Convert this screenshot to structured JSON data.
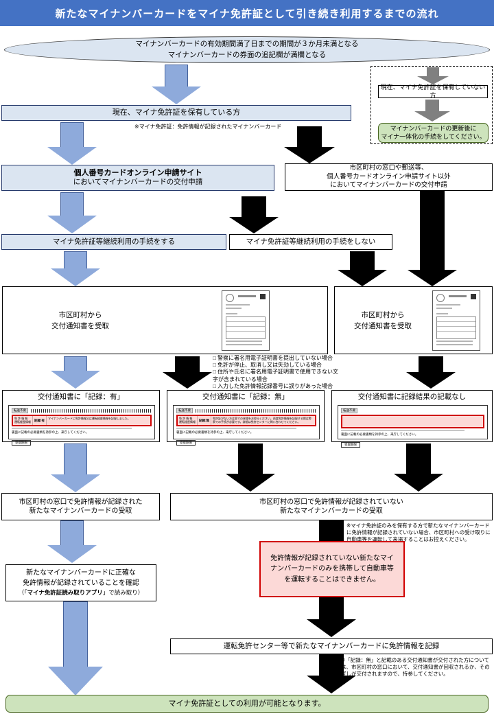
{
  "title": "新たなマイナンバーカードをマイナ免許証として引き続き利用するまでの流れ",
  "start": {
    "line1": "マイナンバーカードの有効期間満了日までの期間が３か月未満となる",
    "line2": "マイナンバーカードの券面の追記欄が満欄となる"
  },
  "side_branch": {
    "no_license": "現在、マイナ免許証を保有していない方",
    "green1": "マイナンバーカードの更新後に",
    "green2": "マイナ一体化の手続をしてください。"
  },
  "has_license": "現在、マイナ免許証を保有している方",
  "license_note": "※マイナ免許証：免許情報が記録されたマイナンバーカード",
  "apply_online": {
    "line1": "個人番号カードオンライン申請サイト",
    "line2": "においてマイナンバーカードの交付申請"
  },
  "apply_other": {
    "line1": "市区町村の窓口や郵送等、",
    "line2": "個人番号カードオンライン申請サイト以外",
    "line3": "においてマイナンバーカードの交付申請"
  },
  "continue_yes": "マイナ免許証等継続利用の手続をする",
  "continue_no": "マイナ免許証等継続利用の手続をしない",
  "receive_notice": {
    "line1": "市区町村から",
    "line2": "交付通知書を受取"
  },
  "reasons": [
    "□ 警察に署名用電子証明書を提出していない場合",
    "□ 免許が停止、取消し又は失効している場合",
    "□ 住所や氏名に署名用電子証明書で使用できない文字が含まれている場合",
    "□ 入力した免許情報記録番号に誤りがあった場合"
  ],
  "notice_yes_title": "交付通知書に「記録：有」",
  "notice_no_title": "交付通知書に「記録：無」",
  "notice_none_title": "交付通知書に記録結果の記載なし",
  "letter": {
    "chip": "転送不要",
    "row_label1": "免 許 情 報",
    "row_label2": "運転経歴情報",
    "status_yes": "記録:有",
    "status_no": "記録:無",
    "desc_yes": "マイナンバーカードに免許情報又は運転経歴情報を記録しました。",
    "desc_no": "免許証がない方は車での来場をお控えください。再度免許情報を記録する際は警察での手続が必要です。詳細は免許センターに問い合わせてください。",
    "carry": "裏面に記載の必要書類を持参の上、来庁してください。",
    "due": "受取期限"
  },
  "pickup_recorded": {
    "line1": "市区町村の窓口で免許情報が記録された",
    "line2": "新たなマイナンバーカードの受取"
  },
  "pickup_unrecorded": {
    "line1": "市区町村の窓口で免許情報が記録されていない",
    "line2": "新たなマイナンバーカードの受取"
  },
  "pickup_note": "※マイナ免許証のみを保有する方で新たなマイナンバーカードに免許情報が記録されていない場合、市区町村への受け取りに自動車等を運転して来場することはお控えください。",
  "warning": {
    "line1": "免許情報が記録されていない新たなマイ",
    "line2": "ナンバーカードのみを携帯して自動車等",
    "line3": "を運転することはできません。"
  },
  "confirm": {
    "line1": "新たなマイナンバーカードに正確な",
    "line2": "免許情報が記録されていることを確認",
    "line3_pre": "（「",
    "line3_bold": "マイナ免許証読み取りアプリ",
    "line3_post": "」で読み取り）"
  },
  "record_center": "運転免許センター等で新たなマイナンバーカードに免許情報を記録",
  "record_note": "※「記録：無」と記載のある交付通知書が交付された方については、市区町村の窓口において、交付通知書が回収されるか、その写しが交付されますので、持参してください。",
  "goal": "マイナ免許証としての利用が可能となります。",
  "colors": {
    "header_blue": "#4472c4",
    "box_blue": "#dbe5f1",
    "arrow_blue": "#8eaadb",
    "green": "#cde3bc",
    "red_border": "#d00000",
    "red_fill": "#fcd9d7"
  }
}
